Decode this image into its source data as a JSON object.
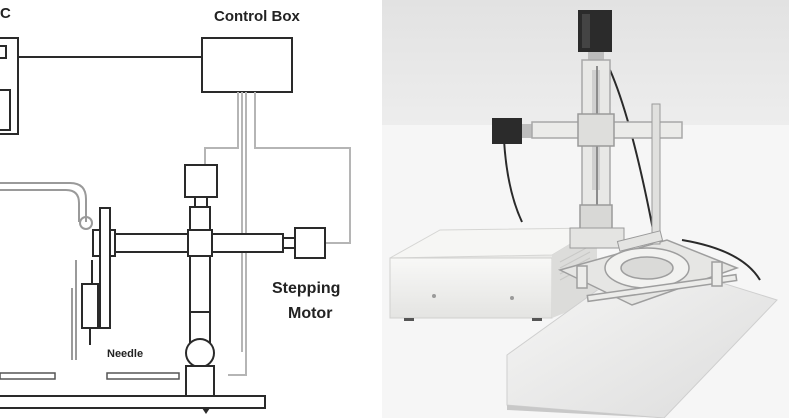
{
  "diagram": {
    "labels": {
      "pc_fragment": "C",
      "control_box": "Control Box",
      "stepping_motor_line1": "Stepping",
      "stepping_motor_line2": "Motor",
      "needle": "Needle"
    }
  },
  "colors": {
    "line": "#2a2a2a",
    "wire": "#b5b5b5",
    "photo_background": "#e9e9e9",
    "photo_table": "#f4f4f4",
    "device_white": "#f1f1ef",
    "motor_dark": "#2b2b2b"
  }
}
